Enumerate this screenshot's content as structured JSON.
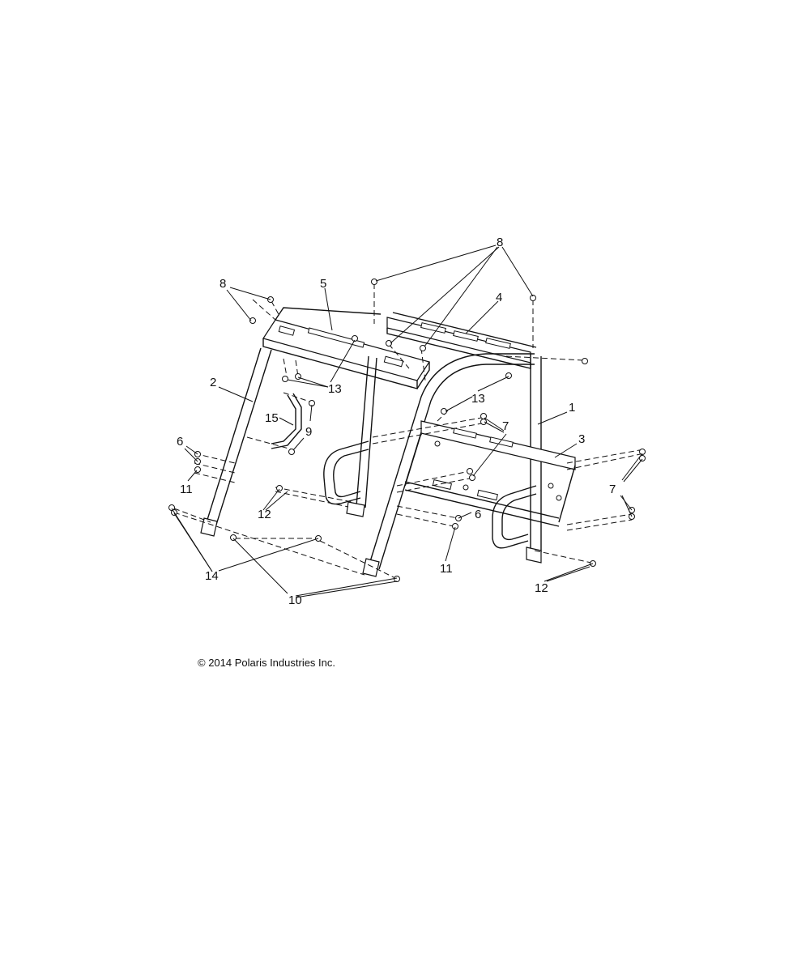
{
  "callouts": {
    "c1": "1",
    "c2": "2",
    "c3": "3",
    "c4": "4",
    "c5": "5",
    "c6a": "6",
    "c6b": "6",
    "c7a": "7",
    "c7b": "7",
    "c8a": "8",
    "c8b": "8",
    "c9": "9",
    "c10": "10",
    "c11a": "11",
    "c11b": "11",
    "c12a": "12",
    "c12b": "12",
    "c13a": "13",
    "c13b": "13",
    "c14": "14",
    "c15": "15"
  },
  "copyright": "© 2014 Polaris Industries Inc."
}
